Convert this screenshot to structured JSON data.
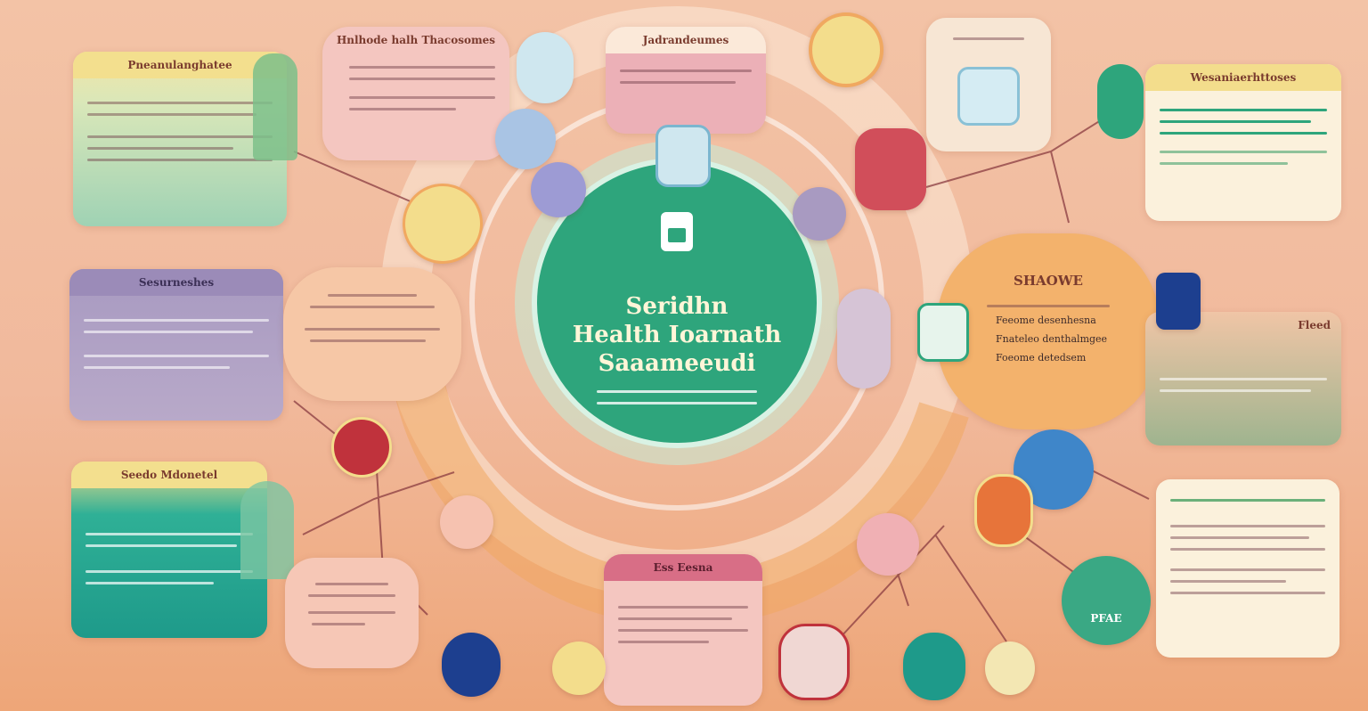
{
  "hub": {
    "title_lines": [
      "Seridhn",
      "Health Ioarnath",
      "Saaameeudi"
    ],
    "color": "#2ea57c"
  },
  "cards": [
    {
      "id": "top-left",
      "heading": "Pneanulanghatee"
    },
    {
      "id": "mid-left",
      "heading": "Sesurneshes"
    },
    {
      "id": "bottom-left",
      "heading": "Seedo Mdonetel"
    },
    {
      "id": "top-center-left",
      "heading": "Hnlhode halh Thacosomes"
    },
    {
      "id": "top-center",
      "heading": "Jadrandeumes"
    },
    {
      "id": "top-right",
      "heading": "Wesaniaerhttoses"
    },
    {
      "id": "right-blob",
      "heading": "SHAOWE"
    },
    {
      "id": "right-mid",
      "heading": "Fleed"
    },
    {
      "id": "bottom-center",
      "heading": "Ess Eesna"
    }
  ],
  "side_labels": {
    "right_blob_1": "Feeome desenhesna",
    "right_blob_2": "Fnateleo denthalmgee",
    "right_blob_3": "Foeome detedsem",
    "bottom_right_pill": "PFAE"
  },
  "palette": {
    "green": "#2ea57c",
    "teal": "#1e9a8a",
    "purple": "#9b8bb8",
    "pink": "#e7a0a8",
    "yellow": "#f3dd8c",
    "orange": "#f0a860",
    "cream": "#fbf1dc",
    "navy": "#1d3f8f",
    "red": "#c0323c"
  },
  "icons": [
    "document-icon",
    "building-icon",
    "chart-icon",
    "folder-icon",
    "cactus-icon",
    "clipboard-icon"
  ]
}
